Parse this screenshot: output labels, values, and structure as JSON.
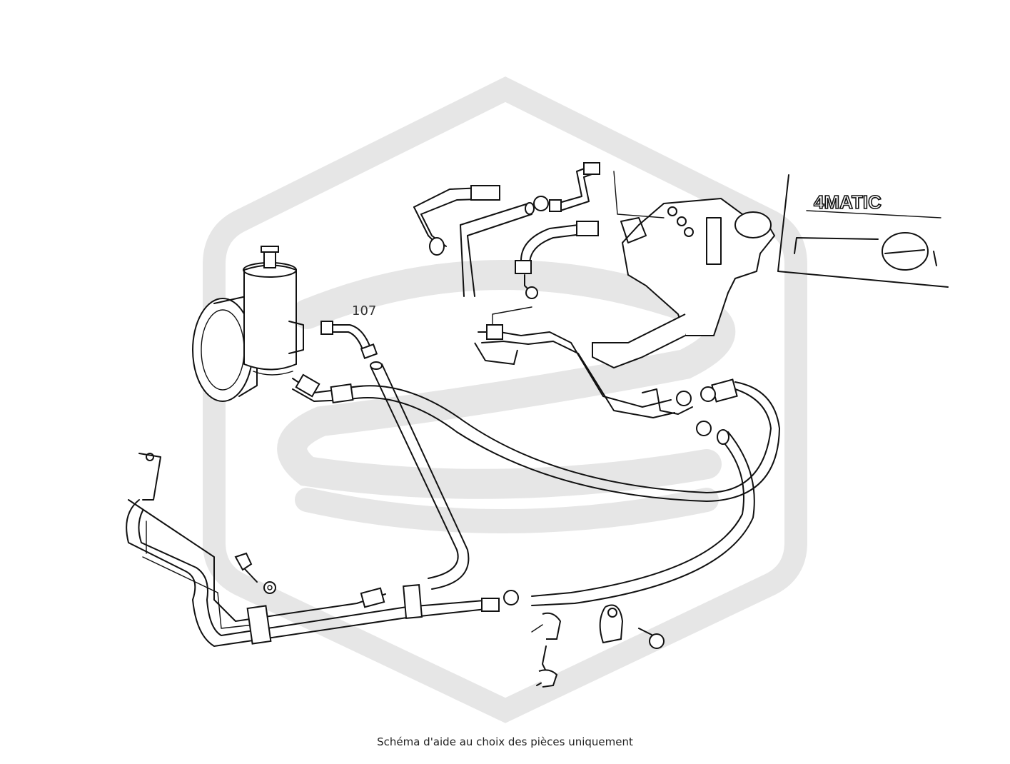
{
  "diagram": {
    "part_labels": [
      "107"
    ],
    "badge": {
      "text": "4MATIC"
    },
    "watermark_color": "#e6e6e6",
    "line_color": "#111111"
  },
  "footer": {
    "caption": "Schéma d'aide au choix des pièces uniquement"
  }
}
